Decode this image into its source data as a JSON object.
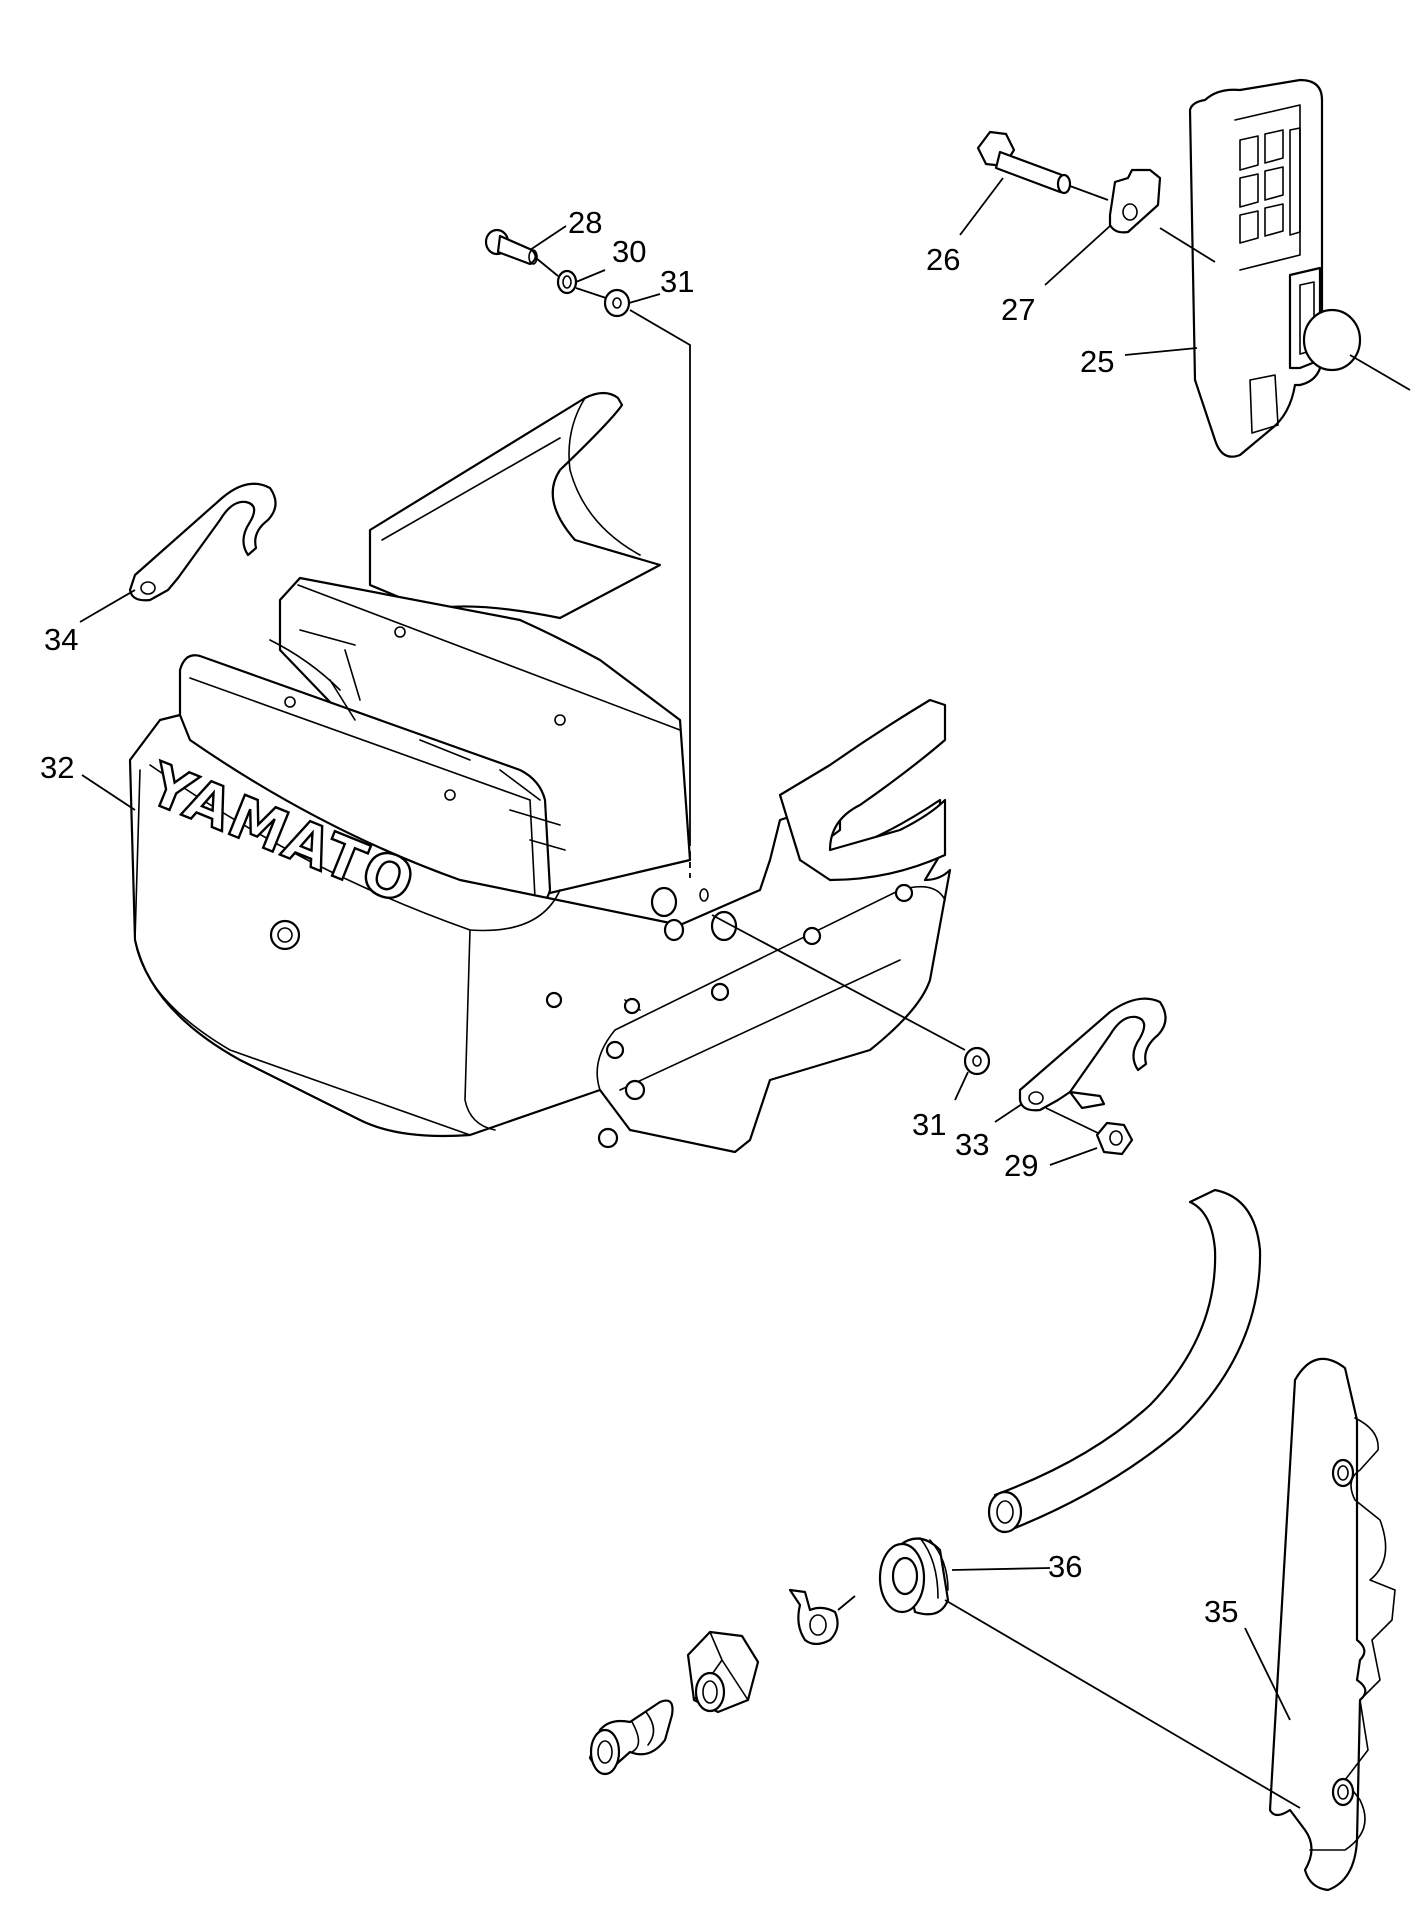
{
  "diagram": {
    "brand_text": "YAMATO",
    "callouts": {
      "c25": "25",
      "c26": "26",
      "c27": "27",
      "c28": "28",
      "c29": "29",
      "c30": "30",
      "c31_top": "31",
      "c31_bottom": "31",
      "c32": "32",
      "c33": "33",
      "c34": "34",
      "c35": "35",
      "c36": "36"
    }
  }
}
